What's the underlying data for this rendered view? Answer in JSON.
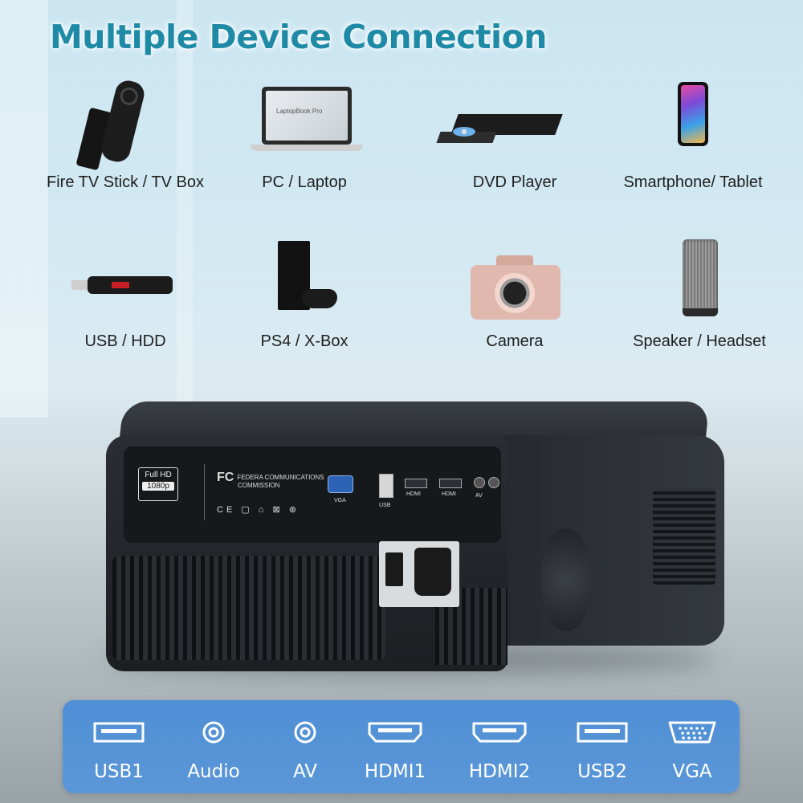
{
  "title": "Multiple Device Connection",
  "devices": [
    {
      "icon": "fire-tv-stick-icon",
      "label": "Fire TV Stick / TV Box"
    },
    {
      "icon": "laptop-icon",
      "label": "PC / Laptop",
      "screen_text": "LaptopBook Pro"
    },
    {
      "icon": "dvd-player-icon",
      "label": "DVD Player"
    },
    {
      "icon": "smartphone-icon",
      "label": "Smartphone/ Tablet"
    },
    {
      "icon": "usb-drive-icon",
      "label": "USB / HDD"
    },
    {
      "icon": "game-console-icon",
      "label": "PS4 / X-Box"
    },
    {
      "icon": "camera-icon",
      "label": "Camera"
    },
    {
      "icon": "speaker-icon",
      "label": "Speaker / Headset"
    }
  ],
  "projector": {
    "badge_line1": "Full HD",
    "badge_line2": "1080p",
    "fcc_mark": "FC",
    "fcc_text_1": "FEDERA COMMUNICATIONS",
    "fcc_text_2": "COMMISSION",
    "cert_marks": "CE ▢ ⌂ ⊠ ⊛",
    "port_labels": {
      "vga": "VGA",
      "usb": "USB",
      "hdmi1": "HDMI",
      "hdmi2": "HDMI",
      "av": "AV"
    }
  },
  "ports": [
    {
      "icon": "usb-port-icon",
      "label": "USB1"
    },
    {
      "icon": "audio-jack-icon",
      "label": "Audio"
    },
    {
      "icon": "av-jack-icon",
      "label": "AV"
    },
    {
      "icon": "hdmi-port-icon",
      "label": "HDMI1"
    },
    {
      "icon": "hdmi-port-icon",
      "label": "HDMI2"
    },
    {
      "icon": "usb-port-icon",
      "label": "USB2"
    },
    {
      "icon": "vga-port-icon",
      "label": "VGA"
    }
  ],
  "colors": {
    "title": "#1f8aa6",
    "port_bar": "#5b97d7",
    "projector_body": "#24282c"
  }
}
